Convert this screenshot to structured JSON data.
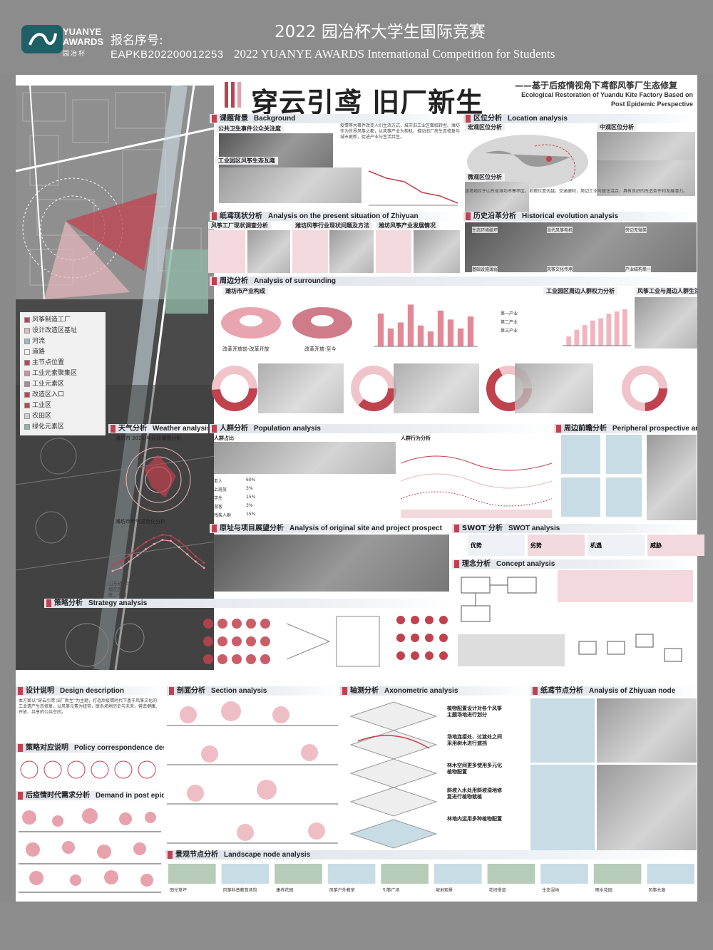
{
  "header": {
    "logo_en": "YUANYE\nAWARDS",
    "logo_cn": "园冶杯",
    "registration_label": "报名序号:",
    "registration_no": "EAPKB202200012253",
    "title_cn": "2022 园冶杯大学生国际竞赛",
    "title_en": "2022 YUANYE AWARDS International Competition for  Students"
  },
  "poster": {
    "main_title": "穿云引鸢 旧厂新生",
    "subtitle_cn": "——基于后疫情视角下鸢都风筝厂生态修复",
    "subtitle_en": "Ecological Restoration of Yuandu Kite Factory Based on Post Epidemic Perspective"
  },
  "legend": [
    {
      "label": "风筝制造工厂",
      "color": "#c0424f"
    },
    {
      "label": "设计改造区基址",
      "color": "#e7b6bd"
    },
    {
      "label": "河流",
      "color": "#9ab8c6"
    },
    {
      "label": "道路",
      "color": "#ffffff"
    },
    {
      "label": "主节点位置",
      "color": "#c0424f"
    },
    {
      "label": "工业元素聚集区",
      "color": "#d98c96"
    },
    {
      "label": "工业元素区",
      "color": "#b58891"
    },
    {
      "label": "改造区入口",
      "color": "#c0424f"
    },
    {
      "label": "工业区",
      "color": "#c0424f"
    },
    {
      "label": "农田区",
      "color": "#cfcfcf"
    },
    {
      "label": "绿化元素区",
      "color": "#8fb5a5"
    }
  ],
  "sections": {
    "background": {
      "cn": "课题背景",
      "en": "Background"
    },
    "location": {
      "cn": "区位分析",
      "en": "Location analysis"
    },
    "present": {
      "cn": "纸鸢现状分析",
      "en": "Analysis on the present situation of Zhiyuan"
    },
    "history": {
      "cn": "历史沿革分析",
      "en": "Historical evolution analysis"
    },
    "surrounding": {
      "cn": "周边分析",
      "en": "Analysis of surrounding"
    },
    "weather": {
      "cn": "天气分析",
      "en": "Weather analysis"
    },
    "population": {
      "cn": "人群分析",
      "en": "Population analysis"
    },
    "peripheral": {
      "cn": "周边前瞻分析",
      "en": "Peripheral prospective analysis"
    },
    "original": {
      "cn": "原址与项目展望分析",
      "en": "Analysis of original site and project prospect"
    },
    "swot": {
      "cn": "SWOT 分析",
      "en": "SWOT analysis"
    },
    "concept": {
      "cn": "理念分析",
      "en": "Concept analysis"
    },
    "strategy": {
      "cn": "策略分析",
      "en": "Strategy analysis"
    },
    "design": {
      "cn": "设计说明",
      "en": "Design description"
    },
    "section": {
      "cn": "剖面分析",
      "en": "Section analysis"
    },
    "axonometric": {
      "cn": "轴测分析",
      "en": "Axonometric analysis"
    },
    "node": {
      "cn": "纸鸢节点分析",
      "en": "Analysis of Zhiyuan node"
    },
    "policy": {
      "cn": "策略对应说明",
      "en": "Policy correspondence description"
    },
    "demand": {
      "cn": "后疫情时代需求分析",
      "en": "Demand in post epidemic Era"
    },
    "landscape": {
      "cn": "景观节点分析",
      "en": "Landscape node analysis"
    }
  },
  "subheads": {
    "bg1": "公共卫生事件公众关注度",
    "bg2": "工业园区风筝生态瓦隆",
    "loc1": "宏观区位分析",
    "loc2": "中观区位分析",
    "loc3": "微观区位分析",
    "pres1": "风筝工厂现状调查分析",
    "pres2": "潍坊风筝行业现状问题及方法",
    "pres3": "潍坊风筝产业发展情况",
    "sur1": "潍坊市产业构成",
    "sur2": "工业园区周边人群权力分析",
    "sur3": "风筝工业与周边人群生活状态"
  },
  "texts": {
    "bg_para": "疫情等大事件改变人们生活方式，城市旧工业区面临转型。潍坊作为世界风筝之都，以风筝产业为契机，推动旧厂房生态修复与城市更新，促进产业与生活共生。",
    "loc_para": "该场地位于山东省潍坊市寒亭区，地理位置优越，交通便利，周边工业与居住混合，具有良好的改造条件和发展潜力。",
    "design_para": "本方案以“穿云引鸢 旧厂新生”为主题，打造后疫情时代下基于风筝文化的工业遗产生态修复，以风筝元素为纽带，联系场地历史与未来，营造健康、开放、共享的公共空间。",
    "weather_para": "山东省潍坊市属温带季风气候，年平均气温 16 摄氏度，1 月为全年最冷月，平均气温 8.5 摄氏度，七月为全年最热月，平均气温 21 摄氏度，夏季炎热多雨，冬季寒冷少雨。",
    "axo_1": "植物配置设计对各个风筝主题场地进行划分",
    "axo_2": "场地连接处、过渡处之间采用树木进行遮挡",
    "axo_3": "林木空间更多使用多元化植物配置",
    "axo_4": "斜坡入水处用斜坡湿地修复进行植物栽植",
    "axo_5": "林地内运用多种植物配置"
  },
  "labels": {
    "weather_chart1": "潍坊市 2021 年风玫瑰图分析",
    "weather_chart2": "潍坊市年气温变化分析",
    "pop_title": "人群占比",
    "pop_flow": "人群行为分析",
    "pop_rows": [
      {
        "name": "老人",
        "pct": "60%"
      },
      {
        "name": "上班族",
        "pct": "3%"
      },
      {
        "name": "学生",
        "pct": "15%"
      },
      {
        "name": "游客",
        "pct": "3%"
      },
      {
        "name": "残疾人群",
        "pct": "15%"
      }
    ],
    "swot_letters": [
      "优势",
      "劣势",
      "机遇",
      "威胁"
    ],
    "industry_labels": [
      "第一产业",
      "第二产业",
      "第三产业"
    ],
    "donut_labels": [
      "改革开放前-改革开放",
      "改革开放-至今"
    ],
    "landscape_nodes": [
      "田光草坪",
      "风筝科普教育场馆",
      "康养花园",
      "风筝户外教室",
      "引筝广场",
      "坡地观景",
      "花间慢道",
      "生态湿地",
      "雨水花园",
      "风筝长廊"
    ],
    "history_caps": [
      "生态环境破坏",
      "当代风筝电机",
      "旁边无微笑",
      "基础设施薄弱",
      "风筝文化传承",
      "产业结构单一"
    ]
  },
  "chart_data": [
    {
      "type": "bar",
      "title": "工业园区周边人群权力分析",
      "categories": [
        "1",
        "2",
        "3",
        "4",
        "5",
        "6",
        "7",
        "8",
        "9",
        "10"
      ],
      "values": [
        55,
        30,
        40,
        70,
        35,
        25,
        60,
        45,
        30,
        50
      ],
      "ylim": [
        0,
        80
      ]
    },
    {
      "type": "bar",
      "title": "工业园区周边经济分析",
      "categories": [
        "1",
        "2",
        "3",
        "4",
        "5",
        "6",
        "7",
        "8"
      ],
      "values": [
        20,
        35,
        45,
        55,
        60,
        70,
        75,
        80
      ],
      "ylim": [
        0,
        100
      ]
    },
    {
      "type": "line",
      "title": "潍坊市年气温变化分析",
      "x": [
        "1",
        "2",
        "3",
        "4",
        "5",
        "6",
        "7",
        "8",
        "9",
        "10",
        "11",
        "12"
      ],
      "series": [
        {
          "values": [
            -2,
            1,
            7,
            14,
            20,
            24,
            27,
            26,
            21,
            14,
            6,
            0
          ]
        },
        {
          "values": [
            -8,
            -5,
            1,
            7,
            13,
            18,
            22,
            21,
            15,
            8,
            1,
            -5
          ]
        }
      ],
      "ylim": [
        -10,
        30
      ]
    }
  ]
}
